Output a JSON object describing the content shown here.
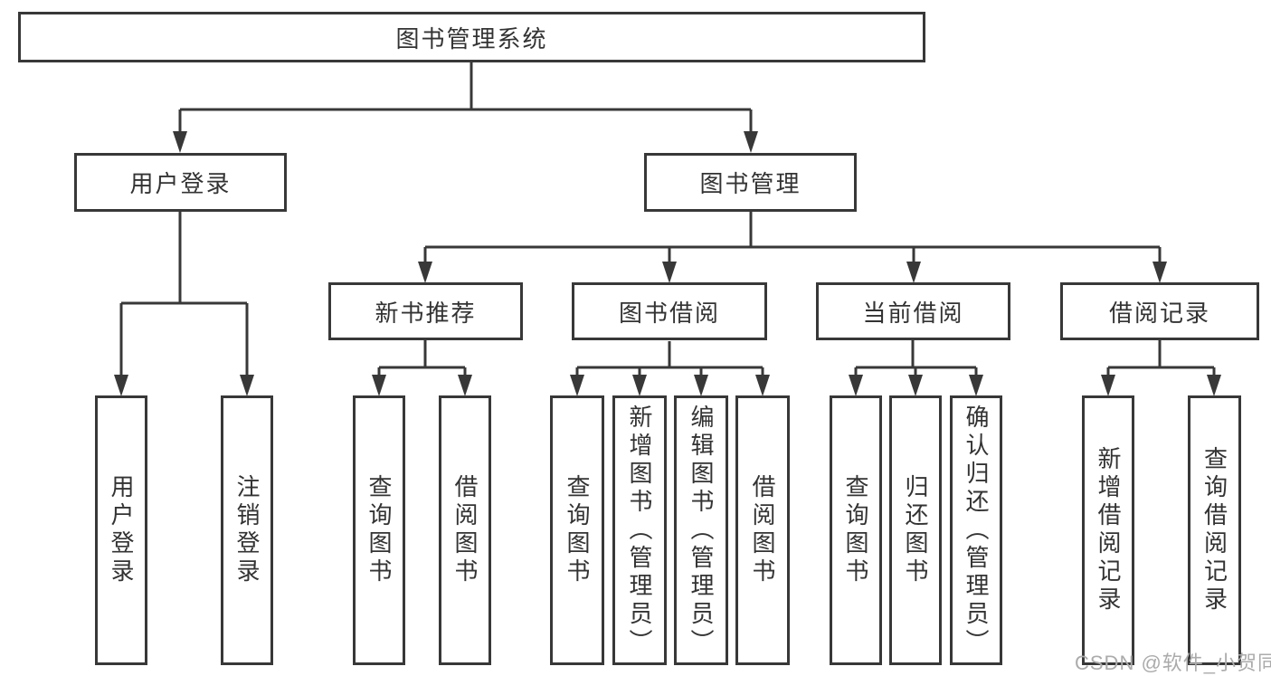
{
  "diagram": {
    "root": {
      "label": "图书管理系统"
    },
    "branches": [
      {
        "label": "用户登录",
        "leaves": [
          {
            "label": "用户登录"
          },
          {
            "label": "注销登录"
          }
        ]
      },
      {
        "label": "图书管理",
        "groups": [
          {
            "label": "新书推荐",
            "leaves": [
              {
                "label": "查询图书"
              },
              {
                "label": "借阅图书"
              }
            ]
          },
          {
            "label": "图书借阅",
            "leaves": [
              {
                "label": "查询图书"
              },
              {
                "label": "新增图书（管理员）"
              },
              {
                "label": "编辑图书（管理员）"
              },
              {
                "label": "借阅图书"
              }
            ]
          },
          {
            "label": "当前借阅",
            "leaves": [
              {
                "label": "查询图书"
              },
              {
                "label": "归还图书"
              },
              {
                "label": "确认归还（管理员）"
              }
            ]
          },
          {
            "label": "借阅记录",
            "leaves": [
              {
                "label": "新增借阅记录"
              },
              {
                "label": "查询借阅记录"
              }
            ]
          }
        ]
      }
    ]
  },
  "watermark": {
    "text": "CSDN @软件_小贺同学"
  },
  "colors": {
    "line": "#383838",
    "text": "#333333",
    "watermark": "#ababab",
    "background": "#ffffff"
  }
}
